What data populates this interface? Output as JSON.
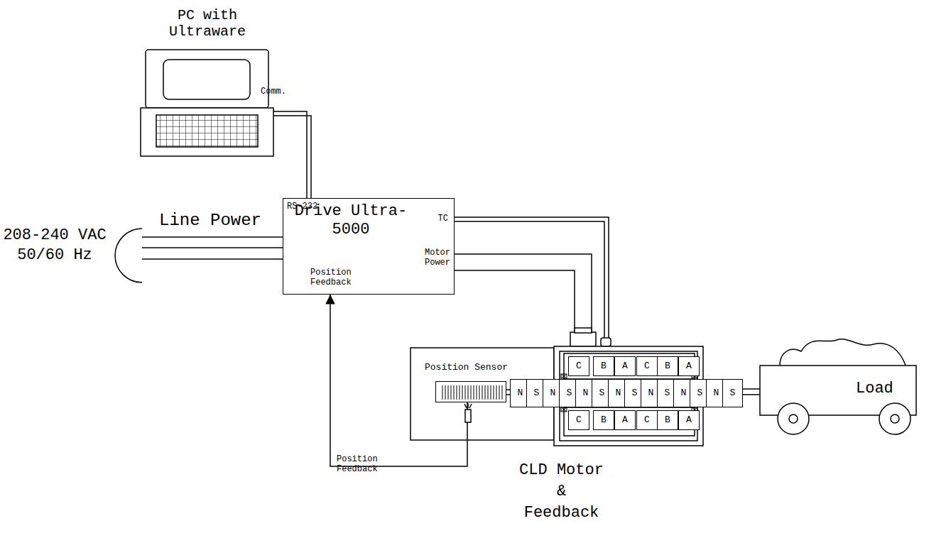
{
  "diagram": {
    "nodes": [
      {
        "text": [
          "PC with Ultraware"
        ]
      },
      {
        "text": [
          "208-240 VAC 50/60 Hz"
        ]
      },
      {
        "text": [
          "RS-232",
          "Drive Ultra-5000",
          "TC",
          "Motor Power",
          "Position Feedback"
        ]
      },
      {
        "text": [
          "CLD Motor & Feedback"
        ]
      },
      {
        "text": [
          "Position Sensor"
        ],
        "in": 3
      },
      {
        "text": [
          "C"
        ],
        "in": 3
      },
      {
        "text": [
          "B"
        ],
        "in": 3
      },
      {
        "text": [
          "A"
        ],
        "in": 3
      },
      {
        "text": [
          "C"
        ],
        "in": 3
      },
      {
        "text": [
          "B"
        ],
        "in": 3
      },
      {
        "text": [
          "A"
        ],
        "in": 3
      },
      {
        "text": [
          "N"
        ],
        "in": 3
      },
      {
        "text": [
          "S"
        ],
        "in": 3
      },
      {
        "text": [
          "N"
        ],
        "in": 3
      },
      {
        "text": [
          "S"
        ],
        "in": 3
      },
      {
        "text": [
          "N"
        ],
        "in": 3
      },
      {
        "text": [
          "S"
        ],
        "in": 3
      },
      {
        "text": [
          "N"
        ],
        "in": 3
      },
      {
        "text": [
          "S"
        ],
        "in": 3
      },
      {
        "text": [
          "N"
        ],
        "in": 3
      },
      {
        "text": [
          "S"
        ],
        "in": 3
      },
      {
        "text": [
          "N"
        ],
        "in": 3
      },
      {
        "text": [
          "S"
        ],
        "in": 3
      },
      {
        "text": [
          "N"
        ],
        "in": 3
      },
      {
        "text": [
          "S"
        ],
        "in": 3
      },
      {
        "text": [
          "C"
        ],
        "in": 3
      },
      {
        "text": [
          "B"
        ],
        "in": 3
      },
      {
        "text": [
          "A"
        ],
        "in": 3
      },
      {
        "text": [
          "C"
        ],
        "in": 3
      },
      {
        "text": [
          "B"
        ],
        "in": 3
      },
      {
        "text": [
          "A"
        ],
        "in": 3
      },
      {
        "text": [
          "Load"
        ]
      }
    ],
    "edges": [
      {
        "from": 0,
        "to": 2,
        "label": "Comm.",
        "arrow": "none"
      },
      {
        "from": 1,
        "to": 2,
        "label": "Line Power",
        "arrow": "none"
      },
      {
        "from": 2,
        "to": 3,
        "arrow": "none"
      },
      {
        "from": 2,
        "to": 3,
        "arrow": "none"
      },
      {
        "from": 4,
        "to": 2,
        "label": "Position Feedback",
        "arrow": "to"
      },
      {
        "from": 3,
        "to": 31,
        "arrow": "none"
      }
    ]
  }
}
